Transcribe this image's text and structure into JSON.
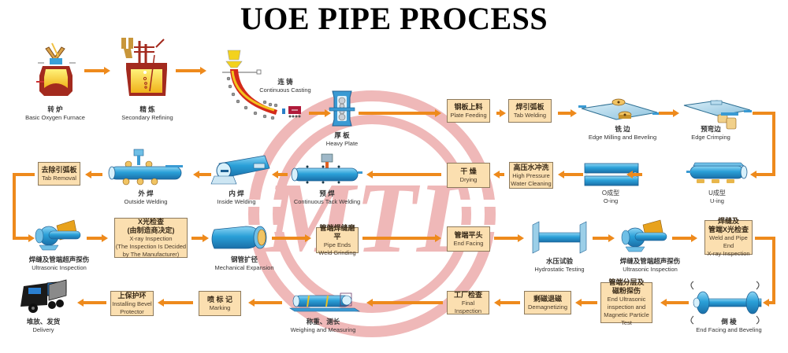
{
  "title": "UOE PIPE PROCESS",
  "watermark": {
    "text": "MTL",
    "color": "#e07a7a"
  },
  "colors": {
    "arrow": "#ee8a1c",
    "box_fill": "#fbdfb0",
    "box_border": "#8d7a5d",
    "pipe_blue": "#2aa0d8",
    "furnace_red": "#a32a1e",
    "molten_yellow": "#f3c21d"
  },
  "steps": {
    "basic_oxygen_furnace": {
      "zh": "转 炉",
      "en": "Basic Oxygen Furnace"
    },
    "secondary_refining": {
      "zh": "精 炼",
      "en": "Secondary Refining"
    },
    "continuous_casting": {
      "zh": "连 铸",
      "en": "Continuous Casting"
    },
    "heavy_plate": {
      "zh": "厚 板",
      "en": "Heavy Plate"
    },
    "plate_feeding": {
      "zh": "钢板上料",
      "en": "Plate Feeding"
    },
    "tab_welding": {
      "zh": "焊引弧板",
      "en": "Tab Welding"
    },
    "edge_milling": {
      "zh": "铣 边",
      "en": "Edge Milling and Beveling"
    },
    "edge_crimping": {
      "zh": "预弯边",
      "en": "Edge Crimping"
    },
    "u_ing": {
      "zh": "U成型",
      "en": "U-ing"
    },
    "o_ing": {
      "zh": "O成型",
      "en": "O-ing"
    },
    "water_cleaning": {
      "zh": "高压水冲洗",
      "en1": "High Pressure",
      "en2": "Water Cleaning"
    },
    "drying": {
      "zh": "干 燥",
      "en": "Drying"
    },
    "tack_welding": {
      "zh": "预 焊",
      "en": "Continuous Tack Welding"
    },
    "inside_welding": {
      "zh": "内 焊",
      "en": "Inside Welding"
    },
    "outside_welding": {
      "zh": "外 焊",
      "en": "Outside Welding"
    },
    "tab_removal": {
      "zh": "去除引弧板",
      "en": "Tab Removal"
    },
    "ultrasonic_1": {
      "zh": "焊缝及管端超声探伤",
      "en": "Ultrasonic Inspection"
    },
    "xray_inspection": {
      "zh1": "X光检查",
      "zh2": "(由制造商决定)",
      "en1": "X-ray Inspection",
      "en2": "(The Inspection Is Decided",
      "en3": "by The Manufacturer)"
    },
    "mechanical_expansion": {
      "zh": "钢管扩径",
      "en": "Mechanical Expansion"
    },
    "weld_grinding": {
      "zh": "管端焊缝磨平",
      "en1": "Pipe Ends",
      "en2": "Weld Grinding"
    },
    "end_facing": {
      "zh": "管端平头",
      "en": "End Facing"
    },
    "hydrostatic": {
      "zh": "水压试验",
      "en": "Hydrostatic Testing"
    },
    "ultrasonic_2": {
      "zh": "焊缝及管端超声探伤",
      "en": "Ultrasonic Inspection"
    },
    "weld_xray": {
      "zh1": "焊缝及",
      "zh2": "管端X光检查",
      "en1": "Weld and Pipe End",
      "en2": "X-ray Inspection"
    },
    "end_facing_beveling": {
      "zh": "倒 棱",
      "en": "End Facing and Beveling"
    },
    "magnetic_test": {
      "zh1": "管端分层及",
      "zh2": "磁粉探伤",
      "en1": "End Ultrasonic",
      "en2": "inspection and",
      "en3": "Magnetic Particle Test"
    },
    "demagnetizing": {
      "zh": "剩磁退磁",
      "en": "Demagnetizing"
    },
    "final_inspection": {
      "zh": "工厂检查",
      "en": "Final Inspection"
    },
    "weighing": {
      "zh": "称重、测长",
      "en": "Weighing and Measuring"
    },
    "marking": {
      "zh": "喷 标 记",
      "en": "Marking"
    },
    "bevel_protector": {
      "zh": "上保护环",
      "en1": "Installing Bevel",
      "en2": "Protector"
    },
    "delivery": {
      "zh": "堆放、发货",
      "en": "Delivery"
    }
  }
}
